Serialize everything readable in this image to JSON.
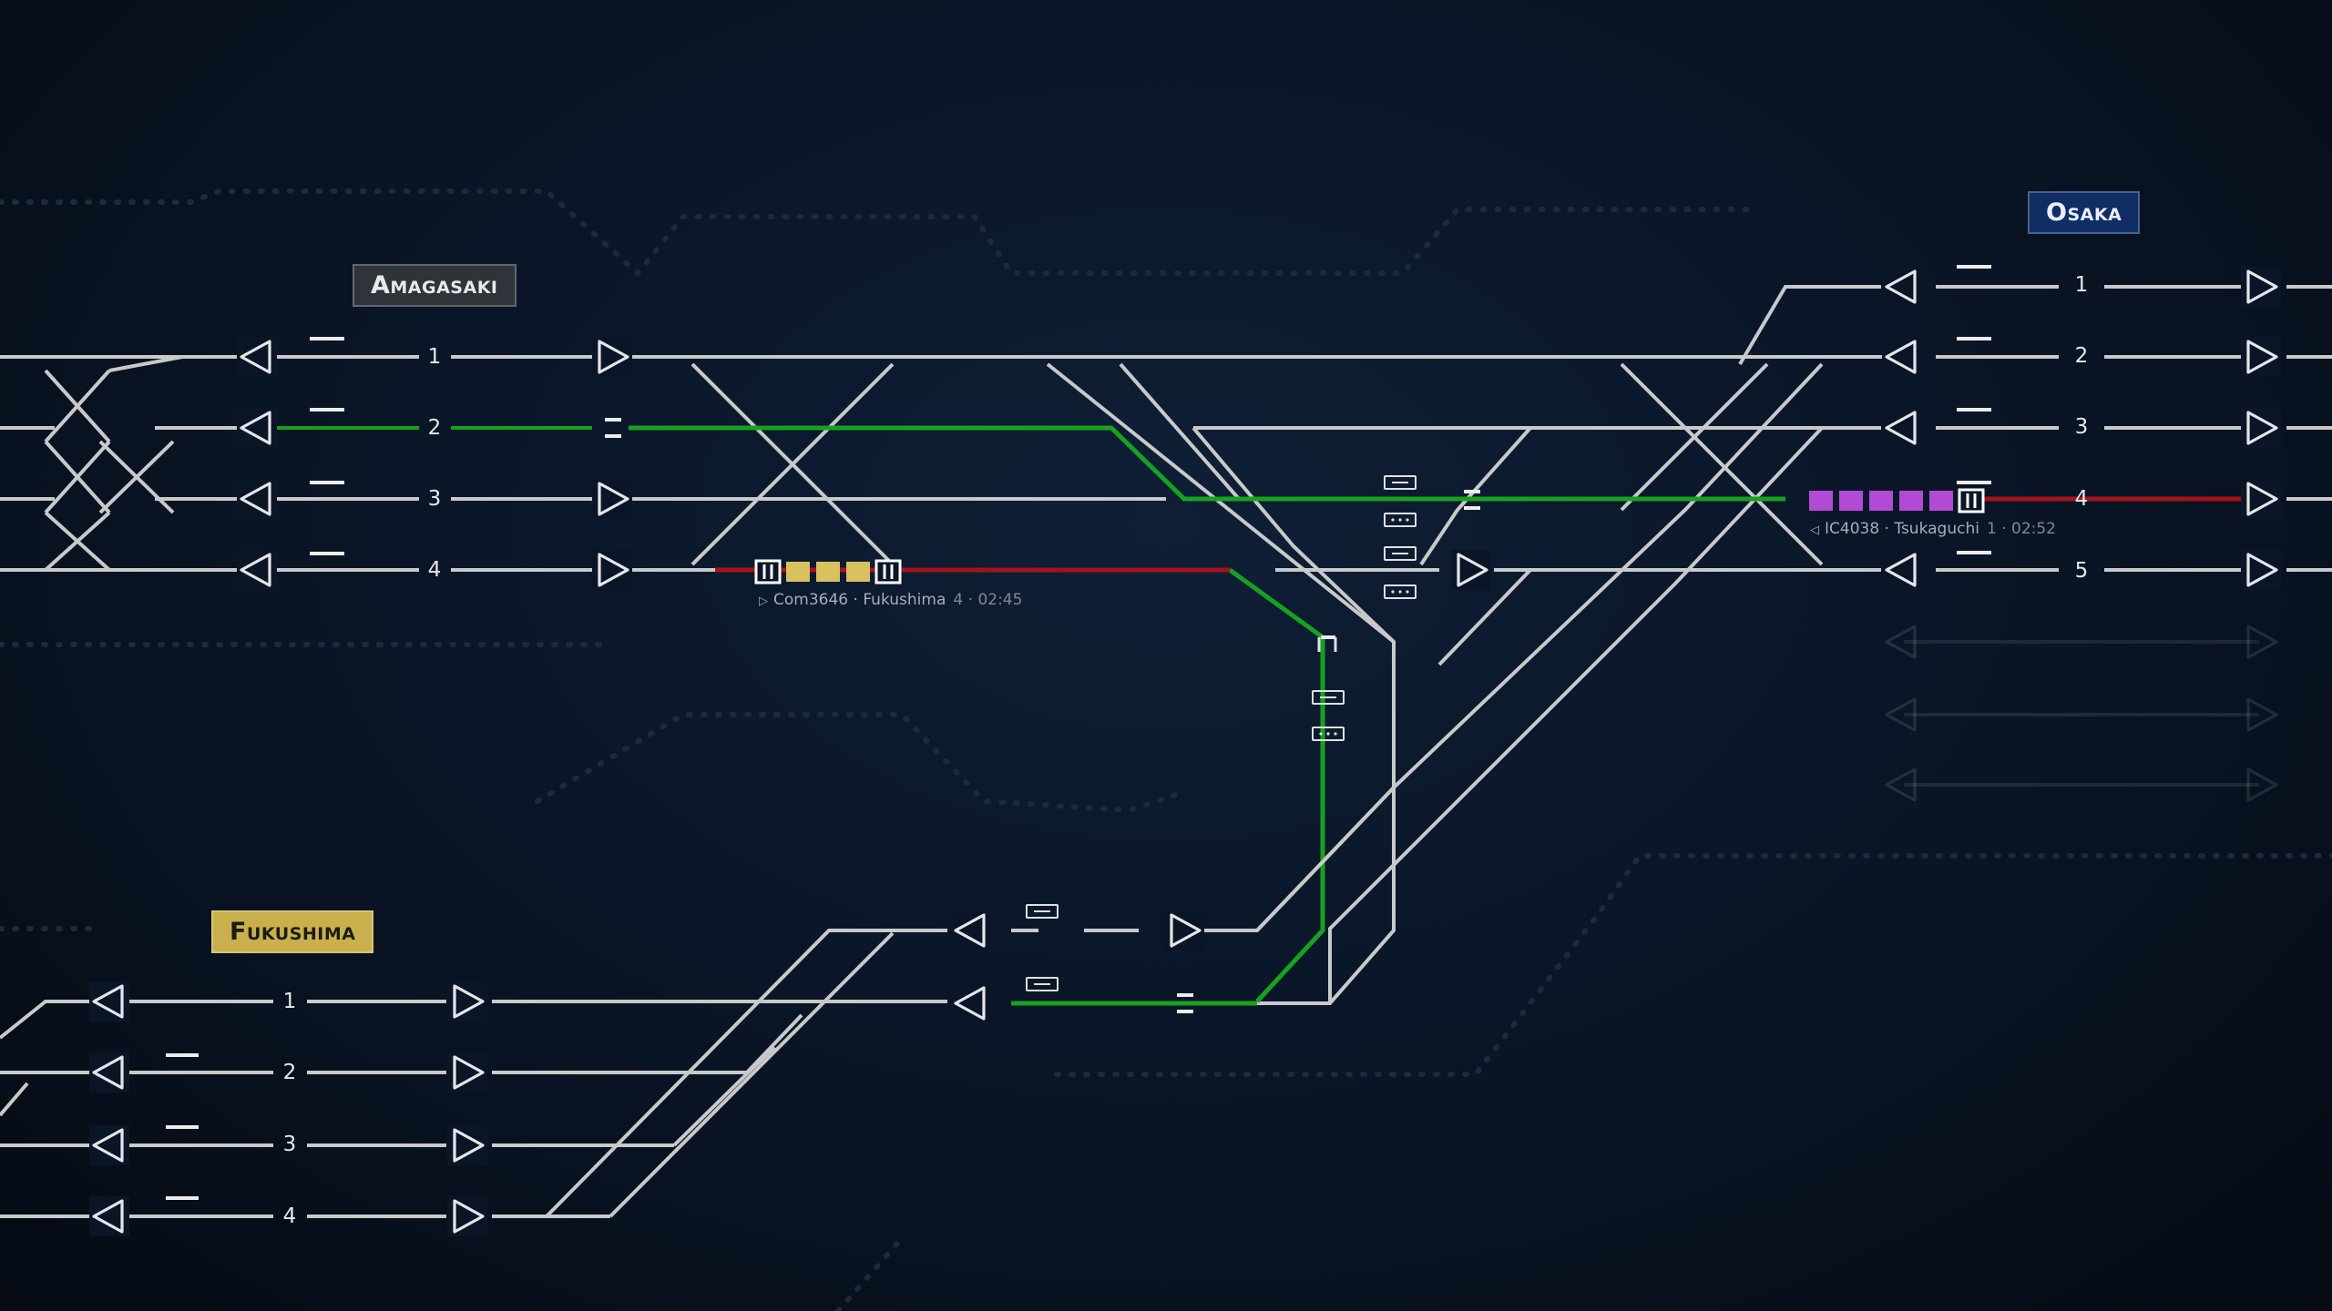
{
  "stations": [
    {
      "id": "amagasaki",
      "name": "Amagasaki",
      "bg": "#2f333a",
      "fg": "#e9e9e9",
      "tracks": [
        "1",
        "2",
        "3",
        "4"
      ]
    },
    {
      "id": "osaka",
      "name": "Osaka",
      "bg": "#0f2e63",
      "fg": "#e9eefc",
      "tracks": [
        "1",
        "2",
        "3",
        "4",
        "5"
      ]
    },
    {
      "id": "fukushima",
      "name": "Fukushima",
      "bg": "#c9b04c",
      "fg": "#1b1b14",
      "tracks": [
        "1",
        "2",
        "3",
        "4"
      ]
    }
  ],
  "trains": [
    {
      "id": "com3646",
      "code": "Com3646",
      "destination": "Fukushima",
      "platform": "4",
      "time": "02:45",
      "color": "#d9c15f",
      "cars": 3,
      "direction": "right-arrow-icon"
    },
    {
      "id": "ic4038",
      "code": "IC4038",
      "destination": "Tsukaguchi",
      "platform": "1",
      "time": "02:52",
      "color": "#b24ad6",
      "cars": 5,
      "direction": "left-arrow-icon"
    }
  ],
  "colors": {
    "track": "#c9c9c9",
    "route_set": "#17a11f",
    "occupied": "#a3141a",
    "background": "#0a1628"
  }
}
